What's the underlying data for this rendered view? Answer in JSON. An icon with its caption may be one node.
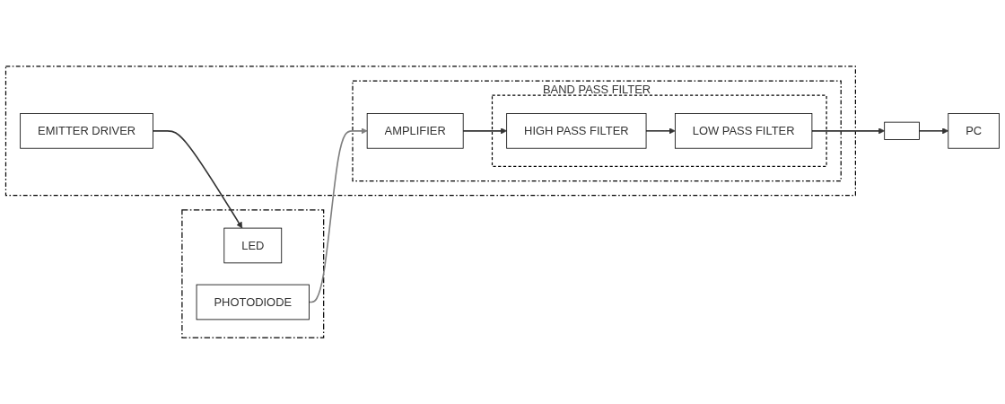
{
  "diagram": {
    "nodes": [
      {
        "text": [],
        "shape": "box"
      },
      {
        "text": [
          "LED"
        ],
        "in": 0
      },
      {
        "text": [
          "PHOTODIODE"
        ],
        "in": 0
      },
      {
        "text": [],
        "shape": "box"
      },
      {
        "text": [
          "EMITTER DRIVER"
        ],
        "in": 3
      },
      {
        "text": [
          "BAND PASS FILTER"
        ],
        "in": 3
      },
      {
        "text": [
          "AMPLIFIER"
        ],
        "in": 5
      },
      {
        "text": [],
        "shape": "box",
        "in": 5
      },
      {
        "text": [
          "HIGH PASS FILTER"
        ],
        "in": 7
      },
      {
        "text": [
          "LOW PASS FILTER"
        ],
        "in": 7
      },
      {
        "text": [],
        "shape": "box"
      },
      {
        "text": [
          "PC"
        ]
      }
    ],
    "edges": [
      {
        "from": 4,
        "to": 1,
        "arrow": "to"
      },
      {
        "from": 2,
        "to": 6,
        "arrow": "to",
        "color": "#7f7f7f"
      },
      {
        "from": 6,
        "to": 8,
        "arrow": "to"
      },
      {
        "from": 8,
        "to": 9,
        "arrow": "to"
      },
      {
        "from": 9,
        "to": 10,
        "arrow": "to"
      },
      {
        "from": 10,
        "to": 11,
        "arrow": "to"
      }
    ]
  }
}
